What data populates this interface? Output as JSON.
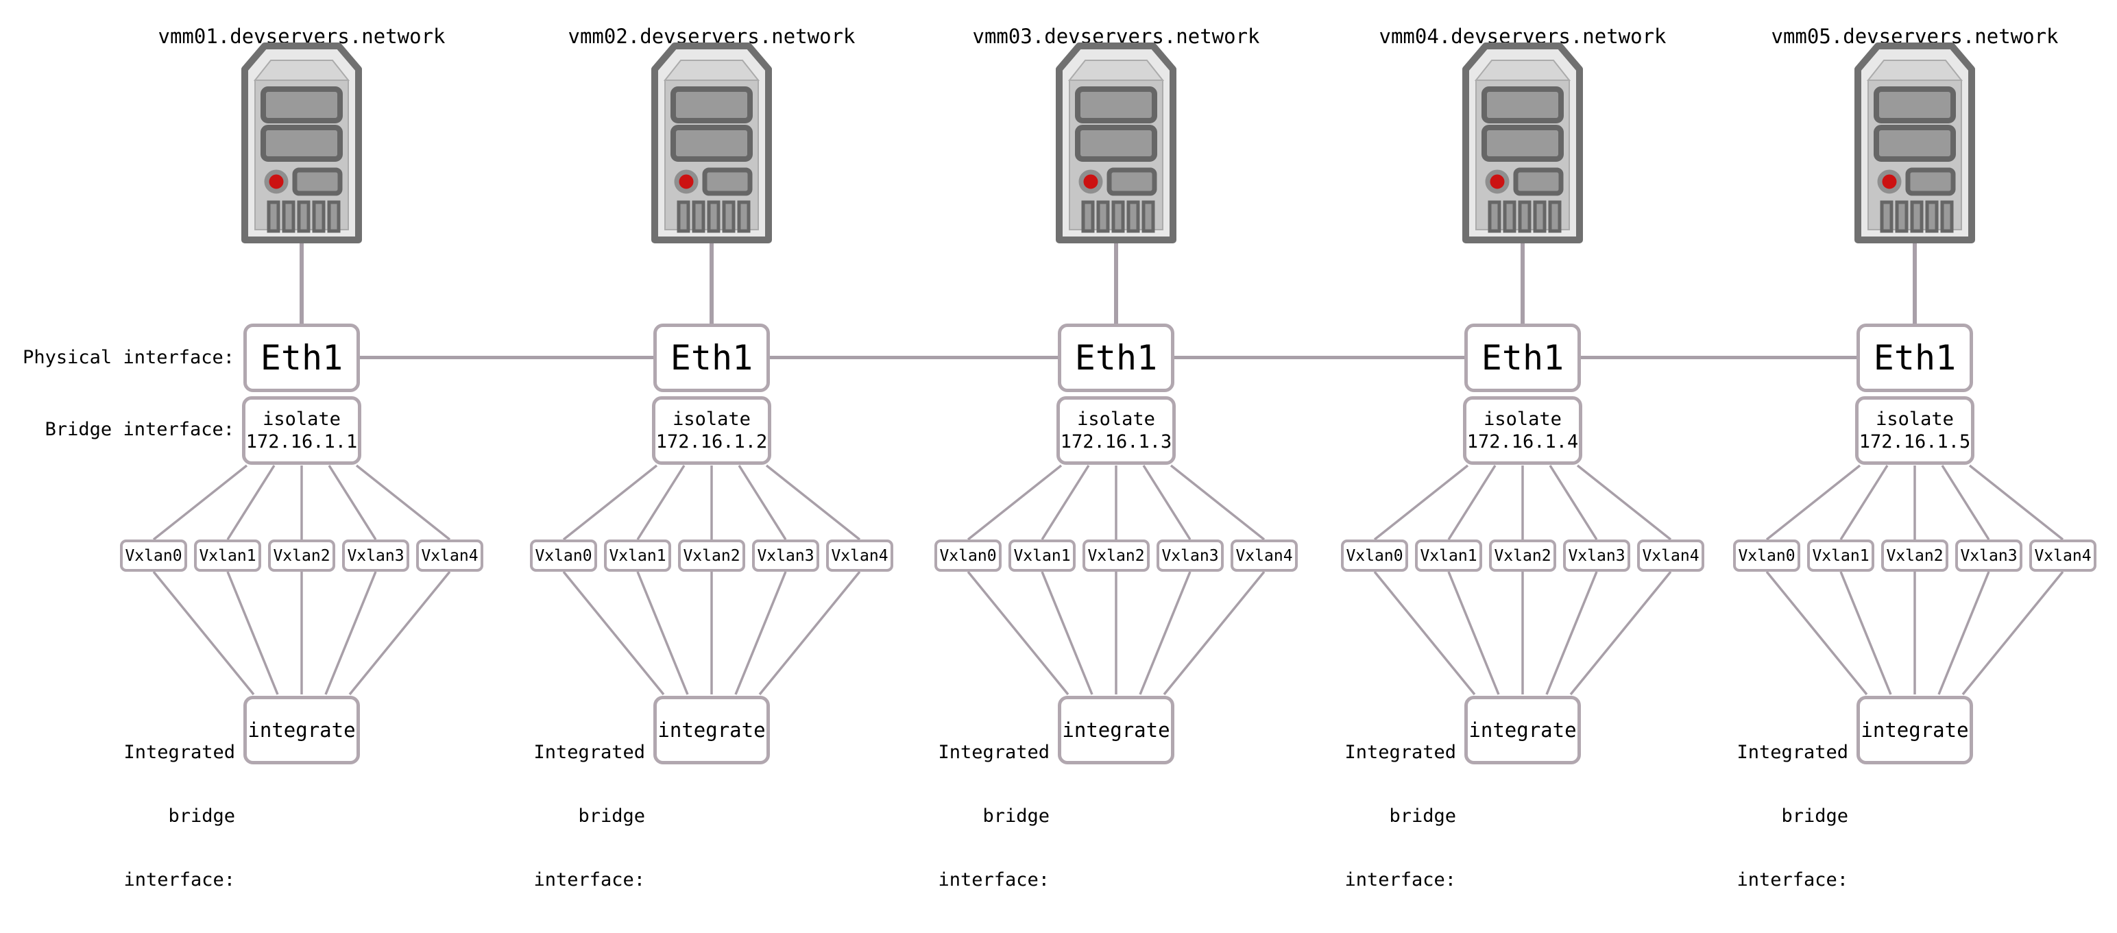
{
  "colors": {
    "box_border": "#b1a7af",
    "link_line": "#a89fa8",
    "text": "#000000",
    "box_background": "#ffffff",
    "server_outline": "#707070",
    "server_rim": "#e8e8e8",
    "server_panel": "#c6c6c6",
    "server_top_panel": "#d6d6d6",
    "server_component_fill": "#9a9a9a",
    "server_component_border": "#666666",
    "led_red": "#cc1212",
    "led_ring": "#8f8f8f"
  },
  "labels": {
    "physical_interface": "Physical interface:",
    "bridge_interface": "Bridge interface:",
    "integrated_bridge_lines": [
      "Integrated",
      "bridge",
      "interface:"
    ]
  },
  "hosts": [
    {
      "title": "vmm01.devservers.network",
      "physical_interface": "Eth1",
      "bridge_name": "isolate",
      "bridge_ip": "172.16.1.1",
      "vxlans": [
        "Vxlan0",
        "Vxlan1",
        "Vxlan2",
        "Vxlan3",
        "Vxlan4"
      ],
      "integrated_bridge": "integrate"
    },
    {
      "title": "vmm02.devservers.network",
      "physical_interface": "Eth1",
      "bridge_name": "isolate",
      "bridge_ip": "172.16.1.2",
      "vxlans": [
        "Vxlan0",
        "Vxlan1",
        "Vxlan2",
        "Vxlan3",
        "Vxlan4"
      ],
      "integrated_bridge": "integrate"
    },
    {
      "title": "vmm03.devservers.network",
      "physical_interface": "Eth1",
      "bridge_name": "isolate",
      "bridge_ip": "172.16.1.3",
      "vxlans": [
        "Vxlan0",
        "Vxlan1",
        "Vxlan2",
        "Vxlan3",
        "Vxlan4"
      ],
      "integrated_bridge": "integrate"
    },
    {
      "title": "vmm04.devservers.network",
      "physical_interface": "Eth1",
      "bridge_name": "isolate",
      "bridge_ip": "172.16.1.4",
      "vxlans": [
        "Vxlan0",
        "Vxlan1",
        "Vxlan2",
        "Vxlan3",
        "Vxlan4"
      ],
      "integrated_bridge": "integrate"
    },
    {
      "title": "vmm05.devservers.network",
      "physical_interface": "Eth1",
      "bridge_name": "isolate",
      "bridge_ip": "172.16.1.5",
      "vxlans": [
        "Vxlan0",
        "Vxlan1",
        "Vxlan2",
        "Vxlan3",
        "Vxlan4"
      ],
      "integrated_bridge": "integrate"
    }
  ]
}
